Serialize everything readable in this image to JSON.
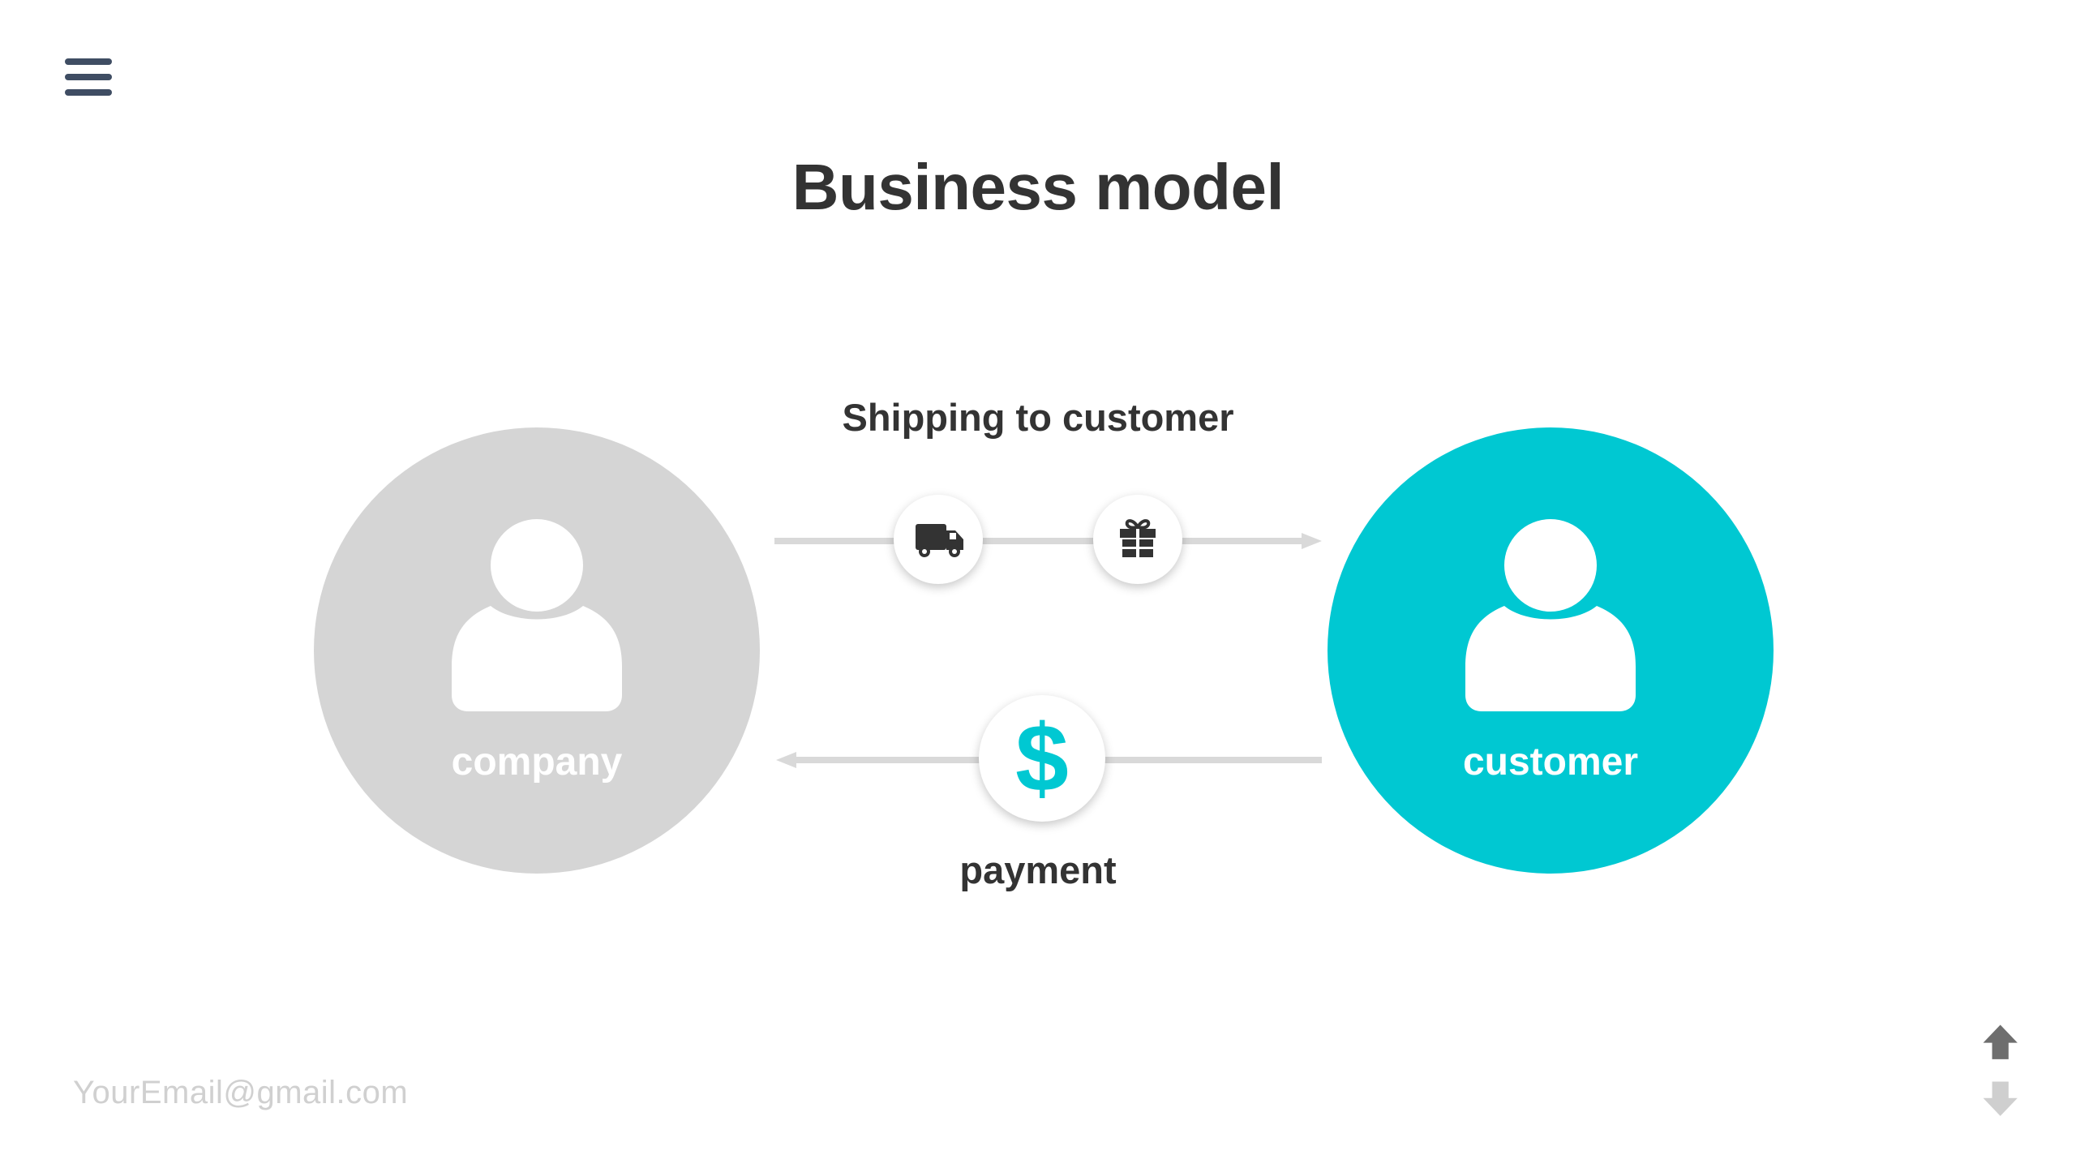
{
  "title": "Business model",
  "flows": {
    "shipping_label": "Shipping to customer",
    "payment_label": "payment",
    "payment_symbol": "$"
  },
  "parties": {
    "company_label": "company",
    "customer_label": "customer"
  },
  "footer": {
    "email": "YourEmail@gmail.com"
  },
  "icons": {
    "menu": "hamburger-menu-icon",
    "company": "person-icon",
    "customer": "person-icon",
    "shipping_step_1": "truck-icon",
    "shipping_step_2": "gift-icon",
    "payment": "dollar-icon",
    "nav_up": "arrow-up-icon",
    "nav_down": "arrow-down-icon"
  },
  "colors": {
    "accent": "#00c8d2",
    "company_circle": "#d5d5d5",
    "menu_icon": "#3f4d63",
    "connector_line": "#d9d9d9",
    "nav_up_active": "#6e6e6e",
    "nav_down_inactive": "#cfcfcf",
    "footer_text": "#d0d0d0"
  }
}
